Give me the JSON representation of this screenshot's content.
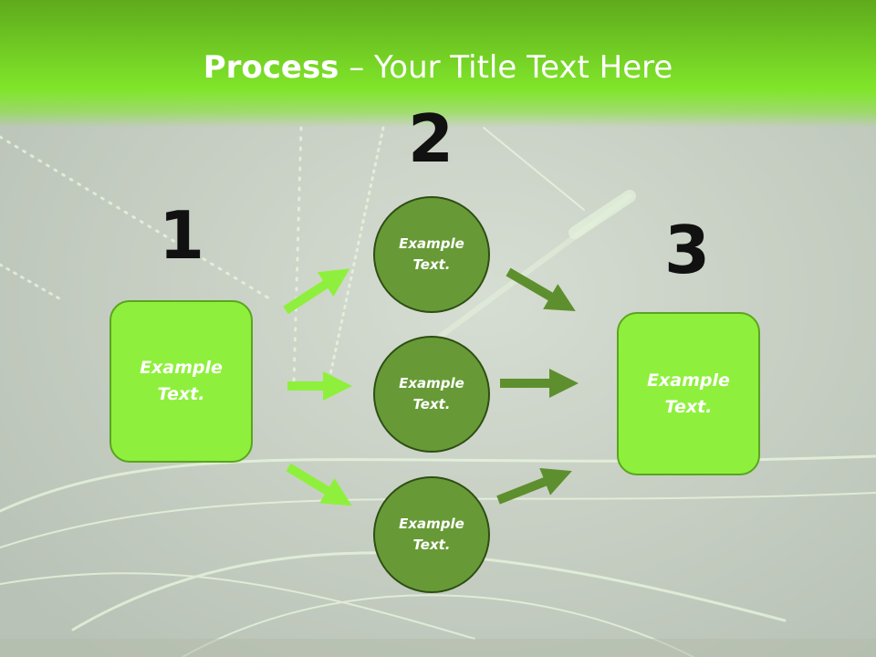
{
  "slide": {
    "title_bold": "Process",
    "title_rest": " – Your Title Text Here"
  },
  "steps": {
    "step1": {
      "number": "1",
      "text_line1": "Example",
      "text_line2": "Text."
    },
    "step2": {
      "number": "2"
    },
    "step3": {
      "number": "3",
      "text_line1": "Example",
      "text_line2": "Text."
    }
  },
  "circles": [
    {
      "text_line1": "Example",
      "text_line2": "Text."
    },
    {
      "text_line1": "Example",
      "text_line2": "Text."
    },
    {
      "text_line1": "Example",
      "text_line2": "Text."
    }
  ],
  "colors": {
    "title_band": "#80e62a",
    "box_fill": "#8ef03c",
    "circle_fill": "#679a36",
    "arrow_light": "#8ef03c",
    "arrow_dark": "#5e8f2e",
    "background": "#c6cdc2"
  }
}
